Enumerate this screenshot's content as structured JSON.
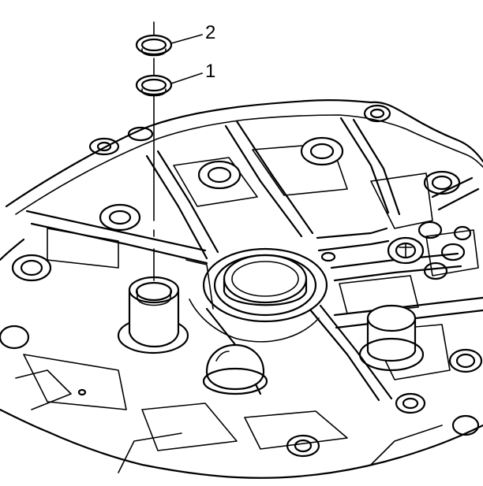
{
  "callouts": [
    {
      "id": "2",
      "label": "2"
    },
    {
      "id": "1",
      "label": "1"
    }
  ],
  "colors": {
    "ink": "#000000",
    "background": "#ffffff"
  }
}
